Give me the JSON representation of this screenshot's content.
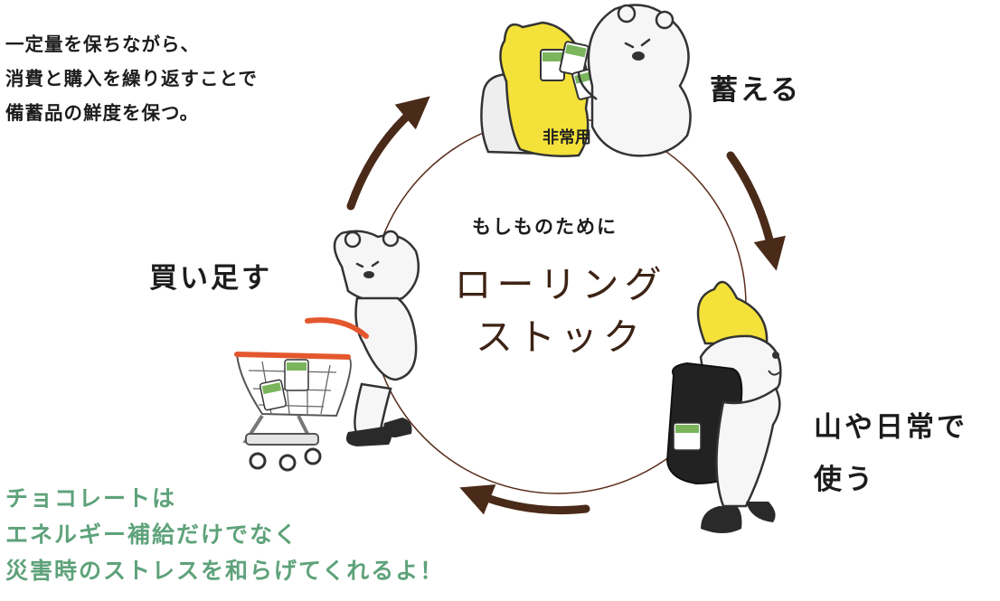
{
  "intro": {
    "lines": [
      "一定量を保ちながら、",
      "消費と購入を繰り返すことで",
      "備蓄品の鮮度を保つ。"
    ]
  },
  "center": {
    "subtitle": "もしものために",
    "title_lines": [
      "ローリング",
      "ストック"
    ]
  },
  "steps": {
    "store": "蓄える",
    "use_lines": [
      "山や日常で",
      "使う"
    ],
    "buy": "買い足す"
  },
  "backpack_tag": "非常用",
  "note": {
    "lines": [
      "チョコレートは",
      "エネルギー補給だけでなく",
      "災害時のストレスを和らげてくれるよ！"
    ]
  },
  "colors": {
    "arrow": "#4a2a18",
    "note_text": "#5ea27a",
    "title_text": "#3d2315",
    "yellow": "#f4e23a",
    "basket_red": "#e4572e",
    "package_green": "#7ab55c"
  },
  "icons": [
    "cycle-circle",
    "arrow-icon",
    "bear-storing",
    "bear-hiking",
    "bear-shopping"
  ]
}
